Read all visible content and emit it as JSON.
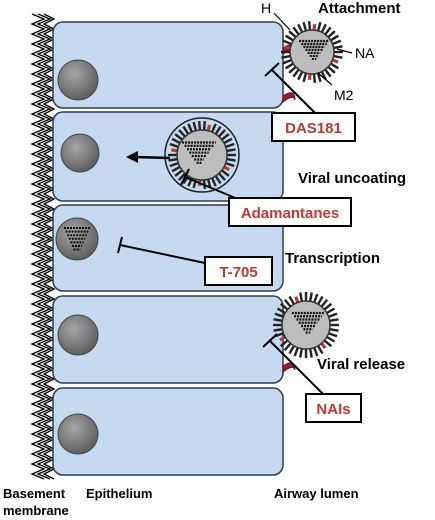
{
  "labels": {
    "attachment": "Attachment",
    "viral_uncoating": "Viral uncoating",
    "transcription": "Transcription",
    "viral_release": "Viral release",
    "h": "H",
    "na": "NA",
    "m2": "M2"
  },
  "drugs": {
    "das181": "DAS181",
    "adamantanes": "Adamantanes",
    "t705": "T-705",
    "nais": "NAIs"
  },
  "bottom": {
    "basement_line1": "Basement",
    "basement_line2": "membrane",
    "epithelium": "Epithelium",
    "airway_lumen": "Airway lumen"
  },
  "colors": {
    "cell_fill": "#c5d9f1",
    "cell_stroke": "#2f3b4a",
    "nucleus": "#7f7f7f",
    "drug_text": "#c0392b",
    "receptor": "#9b1b30",
    "m2_channel": "#c0392b"
  }
}
